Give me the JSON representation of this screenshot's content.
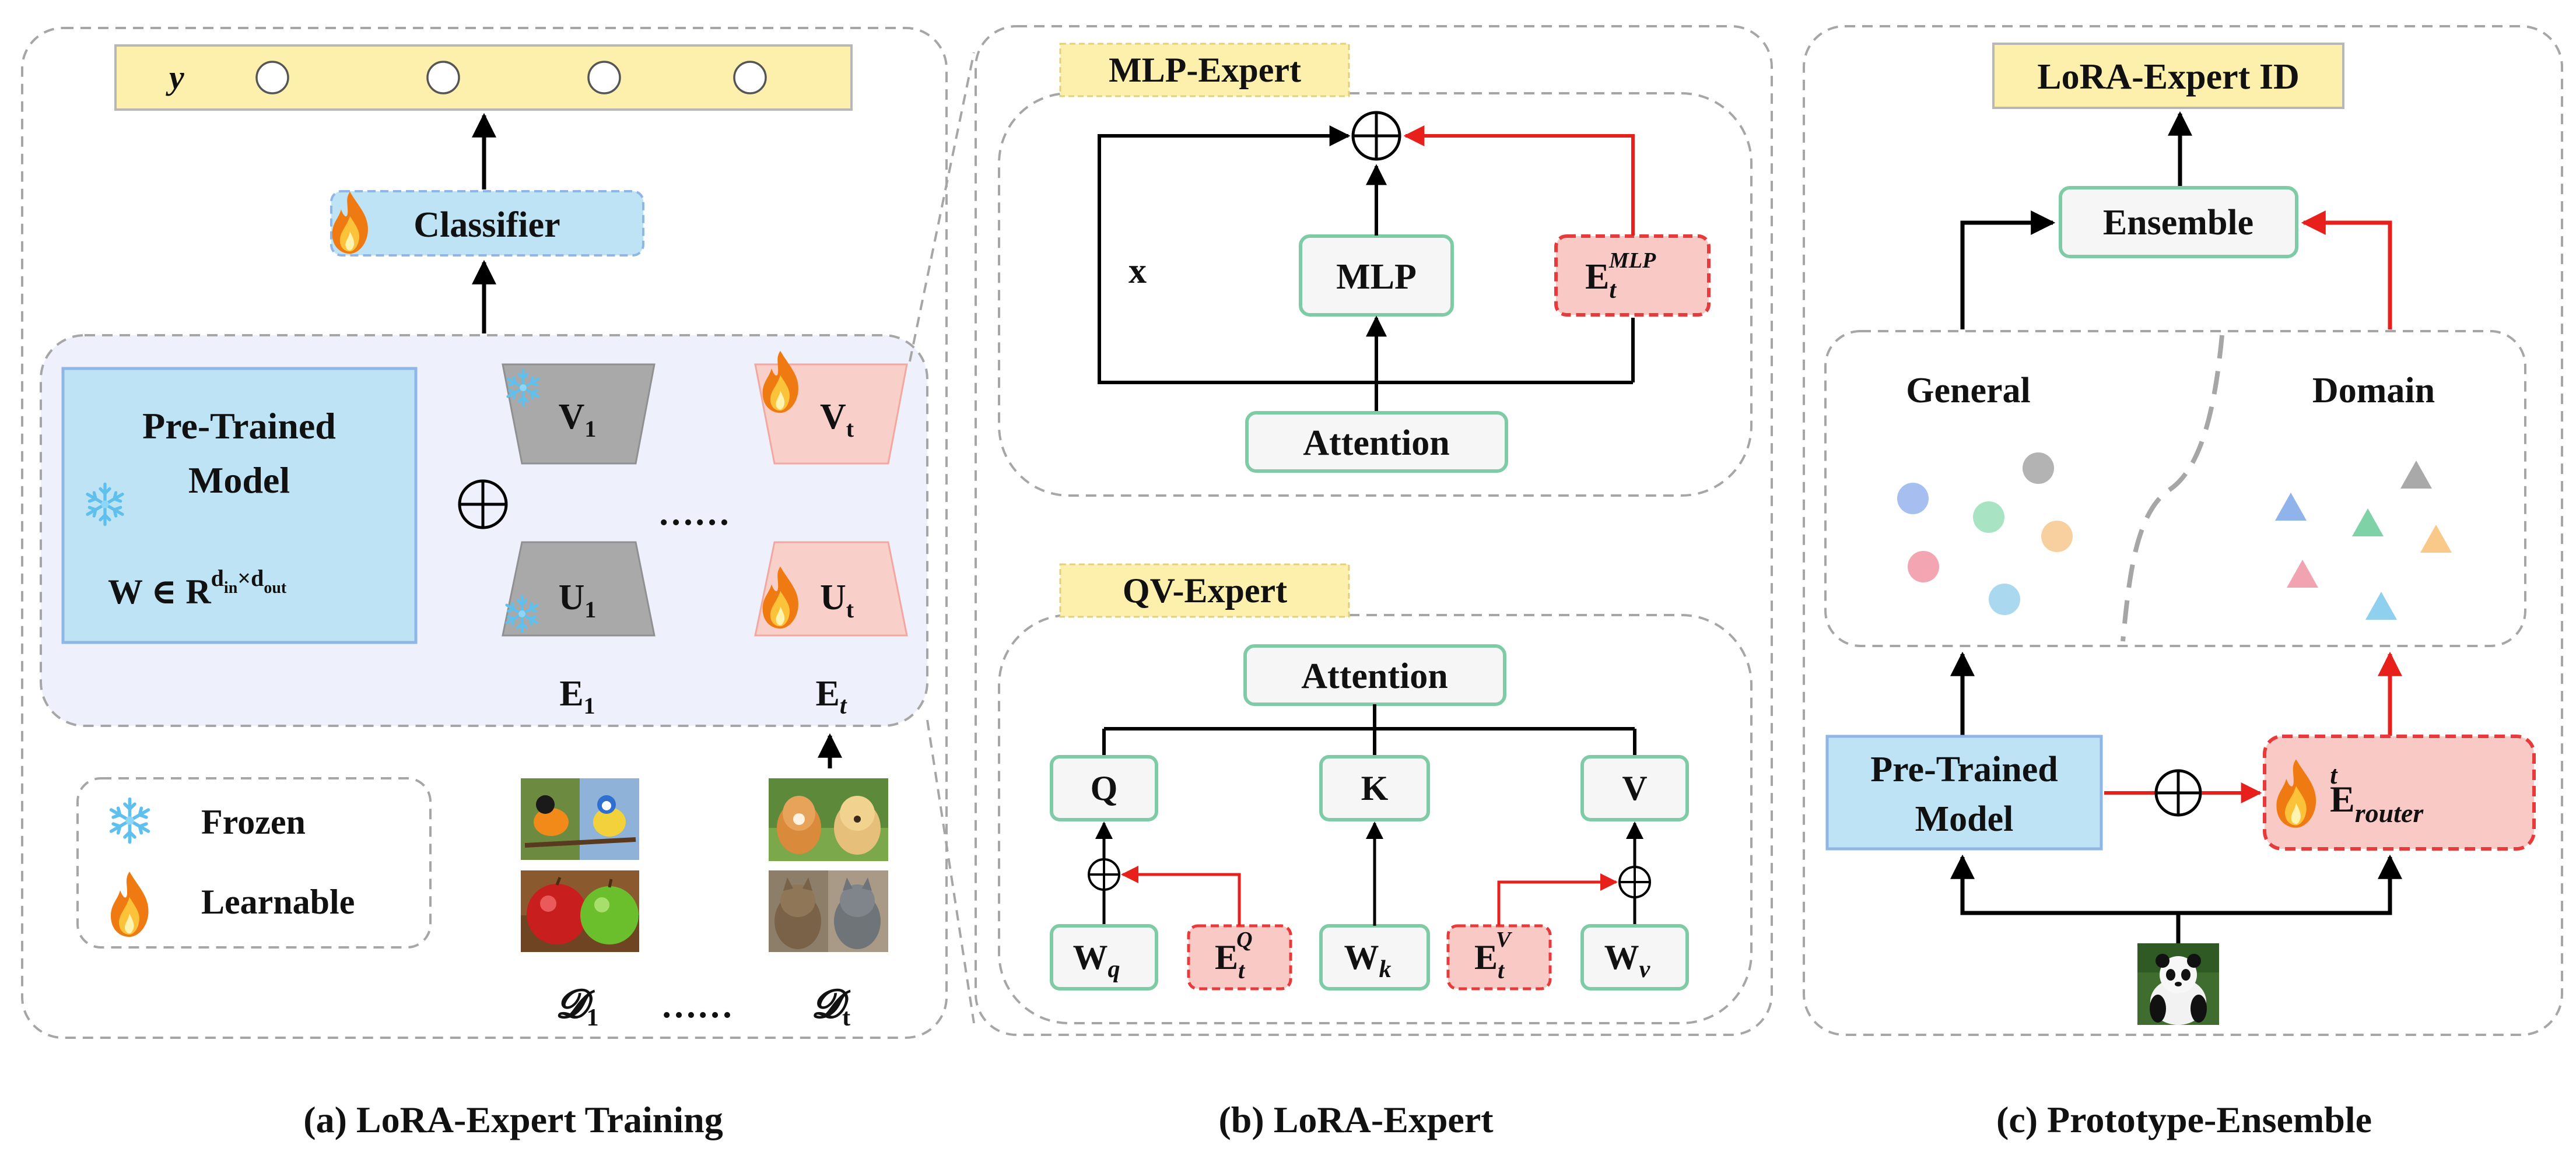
{
  "panel_a": {
    "caption": "(a) LoRA-Expert Training",
    "output_label": "y",
    "classifier": "Classifier",
    "ptm_line1": "Pre-Trained",
    "ptm_line2": "Model",
    "ptm_formula": "W ∈ R",
    "ptm_sup": "d",
    "ptm_sup_sub1": "in",
    "ptm_sup_times": "×d",
    "ptm_sup_sub2": "out",
    "oplus": "⊕",
    "dots": "……",
    "v1": "V",
    "v1_sub": "1",
    "u1": "U",
    "u1_sub": "1",
    "vt": "V",
    "vt_sub": "t",
    "ut": "U",
    "ut_sub": "t",
    "e1": "E",
    "e1_sub": "1",
    "et": "E",
    "et_sub": "t",
    "legend_frozen": "Frozen",
    "legend_learnable": "Learnable",
    "d1": "𝓓",
    "d1_sub": "1",
    "dt": "𝓓",
    "dt_sub": "t",
    "d_dots": "……"
  },
  "panel_b": {
    "caption": "(b) LoRA-Expert",
    "mlp_title": "MLP-Expert",
    "mlp_box": "MLP",
    "x_label": "x",
    "e_mlp": "E",
    "e_mlp_sub": "t",
    "e_mlp_sup": "MLP",
    "attention_top": "Attention",
    "qv_title": "QV-Expert",
    "attention_qv": "Attention",
    "q": "Q",
    "k": "K",
    "v": "V",
    "wq": "W",
    "wq_sub": "q",
    "wk": "W",
    "wk_sub": "k",
    "wv": "W",
    "wv_sub": "v",
    "eq": "E",
    "eq_sub": "t",
    "eq_sup": "Q",
    "ev": "E",
    "ev_sub": "t",
    "ev_sup": "V"
  },
  "panel_c": {
    "caption": "(c) Prototype-Ensemble",
    "expert_id": "LoRA-Expert ID",
    "ensemble": "Ensemble",
    "general": "General",
    "domain": "Domain",
    "ptm_line1": "Pre-Trained",
    "ptm_line2": "Model",
    "router": "E",
    "router_sub": "router",
    "router_sup": "t",
    "oplus": "⊕"
  },
  "colors": {
    "blue_box": "#bde3f4",
    "blue_border": "#8fb6e6",
    "red_box": "#f9c9c6",
    "red_border": "#e83a3a",
    "green_border": "#7fcba6",
    "yellow": "#fdf0ad",
    "gray_trap": "#a9a9a9",
    "pink_trap": "#f9cfc9",
    "arrow_red": "#e8201c",
    "panel_dash": "#a6a6a6"
  },
  "icons": [
    "snowflake-icon",
    "flame-icon",
    "bird-photo-icon",
    "apple-photo-icon",
    "dog-photo-icon",
    "cat-photo-icon",
    "panda-photo-icon"
  ]
}
